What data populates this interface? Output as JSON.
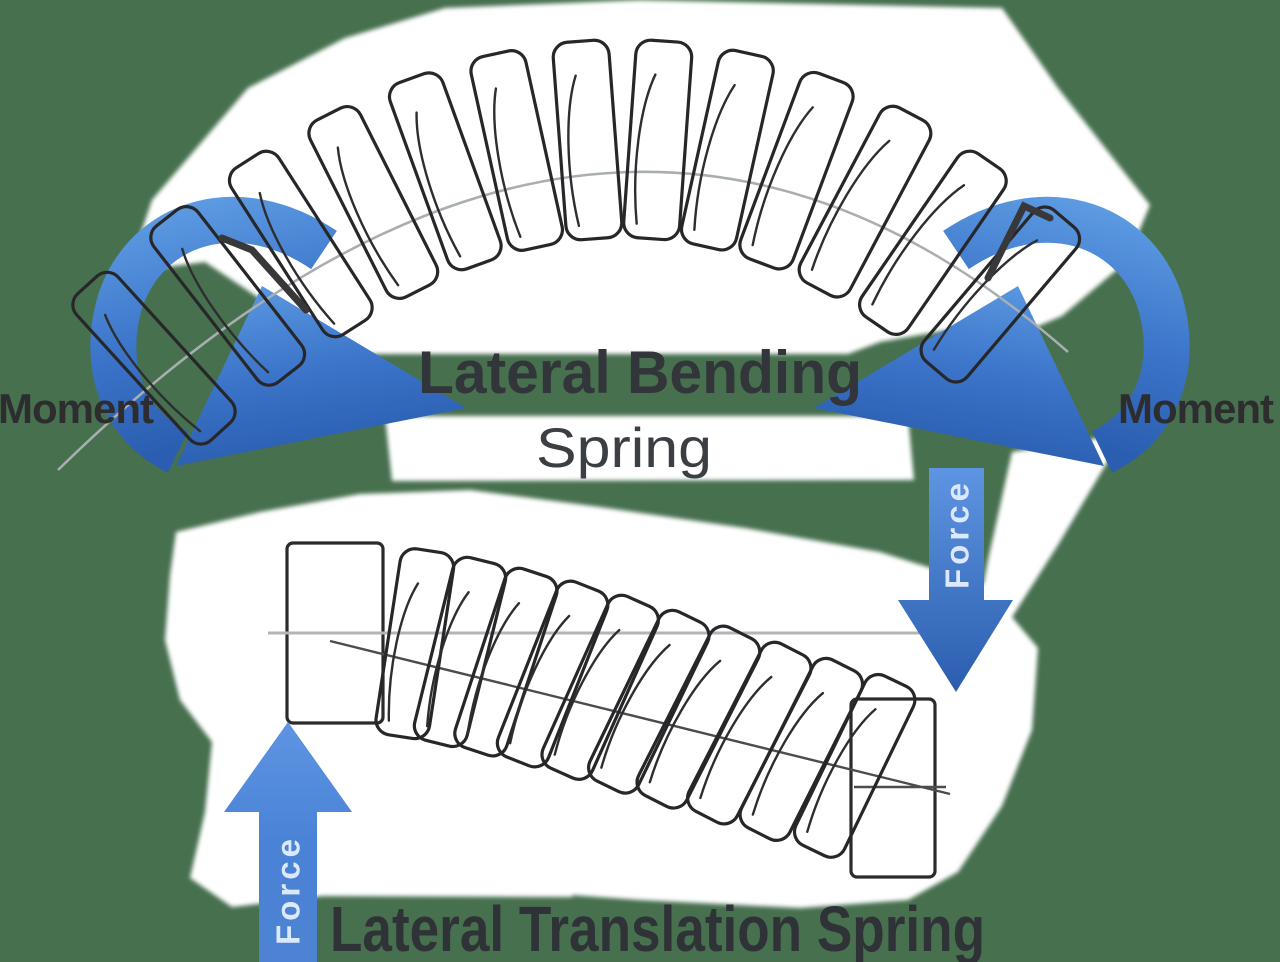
{
  "labels": {
    "moment_left": "Moment",
    "moment_right": "Moment",
    "bending_title": "Lateral Bending",
    "bending_subtitle": "Spring",
    "translation_title": "Lateral Translation Spring",
    "force_left": "Force",
    "force_right": "Force"
  },
  "colors": {
    "background": "#47704f",
    "backdrop_white": "#ffffff",
    "arrow_blue_light": "#5e9ce3",
    "arrow_blue_mid": "#3b74c9",
    "arrow_blue_dark": "#2b5eb0",
    "force_text": "#dbe8fd",
    "label_dark": "#2d2d30",
    "spring_line": "#27272a",
    "axis_line_light": "#b2b5b7",
    "axis_line_dark": "#4c4c4e"
  }
}
